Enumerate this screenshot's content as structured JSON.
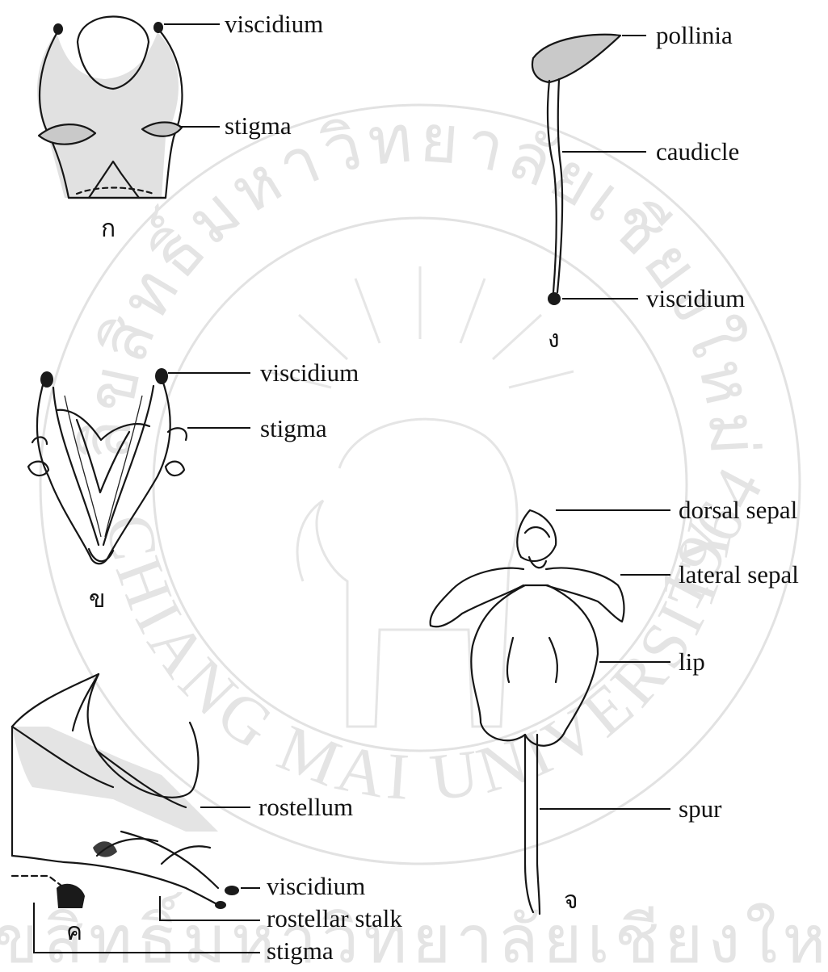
{
  "watermark": {
    "arc_text_top": "ลิขสิทธิ์มหาวิทยาลัยเชียงใหม่",
    "arc_text_bottom": "CHIANG MAI UNIVERSITY",
    "year": "1964",
    "bottom_text": "ลิขสิทธิ์มหาวิทยาลัยเชียงใหม่"
  },
  "figures": {
    "a": {
      "letter": "ก",
      "labels": {
        "viscidium": "viscidium",
        "stigma": "stigma"
      }
    },
    "b": {
      "letter": "ข",
      "labels": {
        "viscidium": "viscidium",
        "stigma": "stigma"
      }
    },
    "c": {
      "letter": "ค",
      "labels": {
        "rostellum": "rostellum",
        "viscidium": "viscidium",
        "rostellar_stalk": "rostellar stalk",
        "stigma": "stigma"
      }
    },
    "d": {
      "letter": "ง",
      "labels": {
        "pollinia": "pollinia",
        "caudicle": "caudicle",
        "viscidium": "viscidium"
      }
    },
    "e": {
      "letter": "จ",
      "labels": {
        "dorsal_sepal": "dorsal sepal",
        "lateral_sepal": "lateral sepal",
        "lip": "lip",
        "spur": "spur"
      }
    }
  }
}
